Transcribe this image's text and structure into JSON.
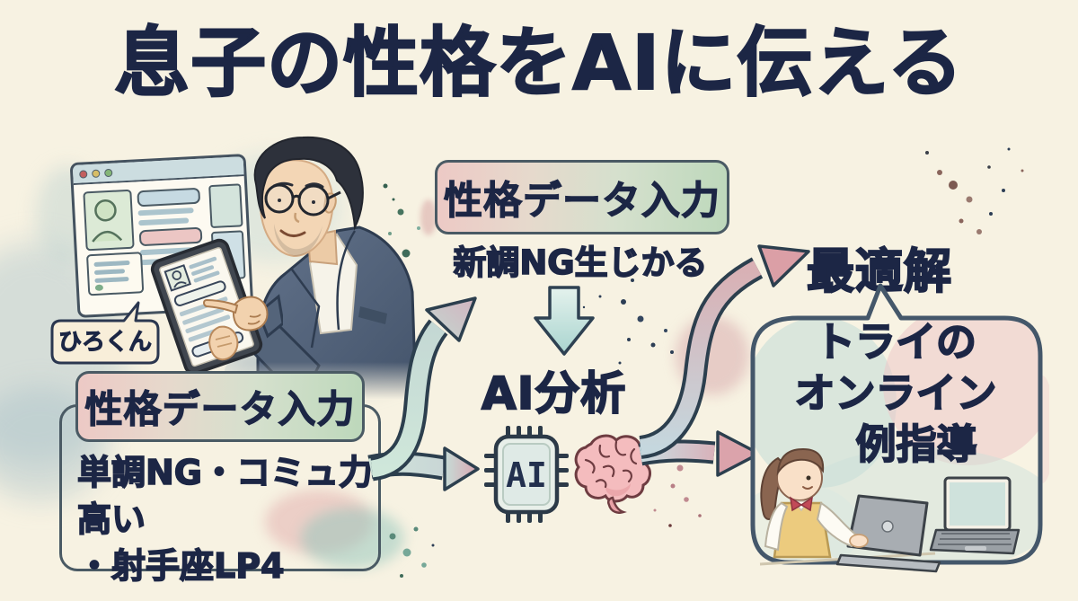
{
  "title": "息子の性格をAIに伝える",
  "colors": {
    "background": "#f7f2e2",
    "ink": "#1c2645",
    "box_outline": "#4a5a64",
    "arrow_teal": "#c9e2da",
    "arrow_pink": "#dfa6ad",
    "brain_pink": "#f4bcbe",
    "chip_fill": "#e8efe9",
    "header_gradient_left": "#edc9c5",
    "header_gradient_right": "#bdd8bb"
  },
  "left_scene": {
    "speech_bubble_label": "ひろくん"
  },
  "top_flow": {
    "box_label": "性格データ入力",
    "note": "新調NG生じかる"
  },
  "left_box": {
    "header": "性格データ入力",
    "line1": "単調NG・コミュ力高い",
    "line2": "・射手座LP4"
  },
  "analysis": {
    "label": "AI分析",
    "chip_label": "AI"
  },
  "result": {
    "label": "最適解"
  },
  "output_box": {
    "line1": "トライの",
    "line2": "オンライン",
    "line3": "例指導"
  },
  "icons": {
    "window_controls": "red-yellow-green dots",
    "ai_chip": "microchip",
    "brain": "brain",
    "arrows": "down, curved-up-right, right"
  }
}
